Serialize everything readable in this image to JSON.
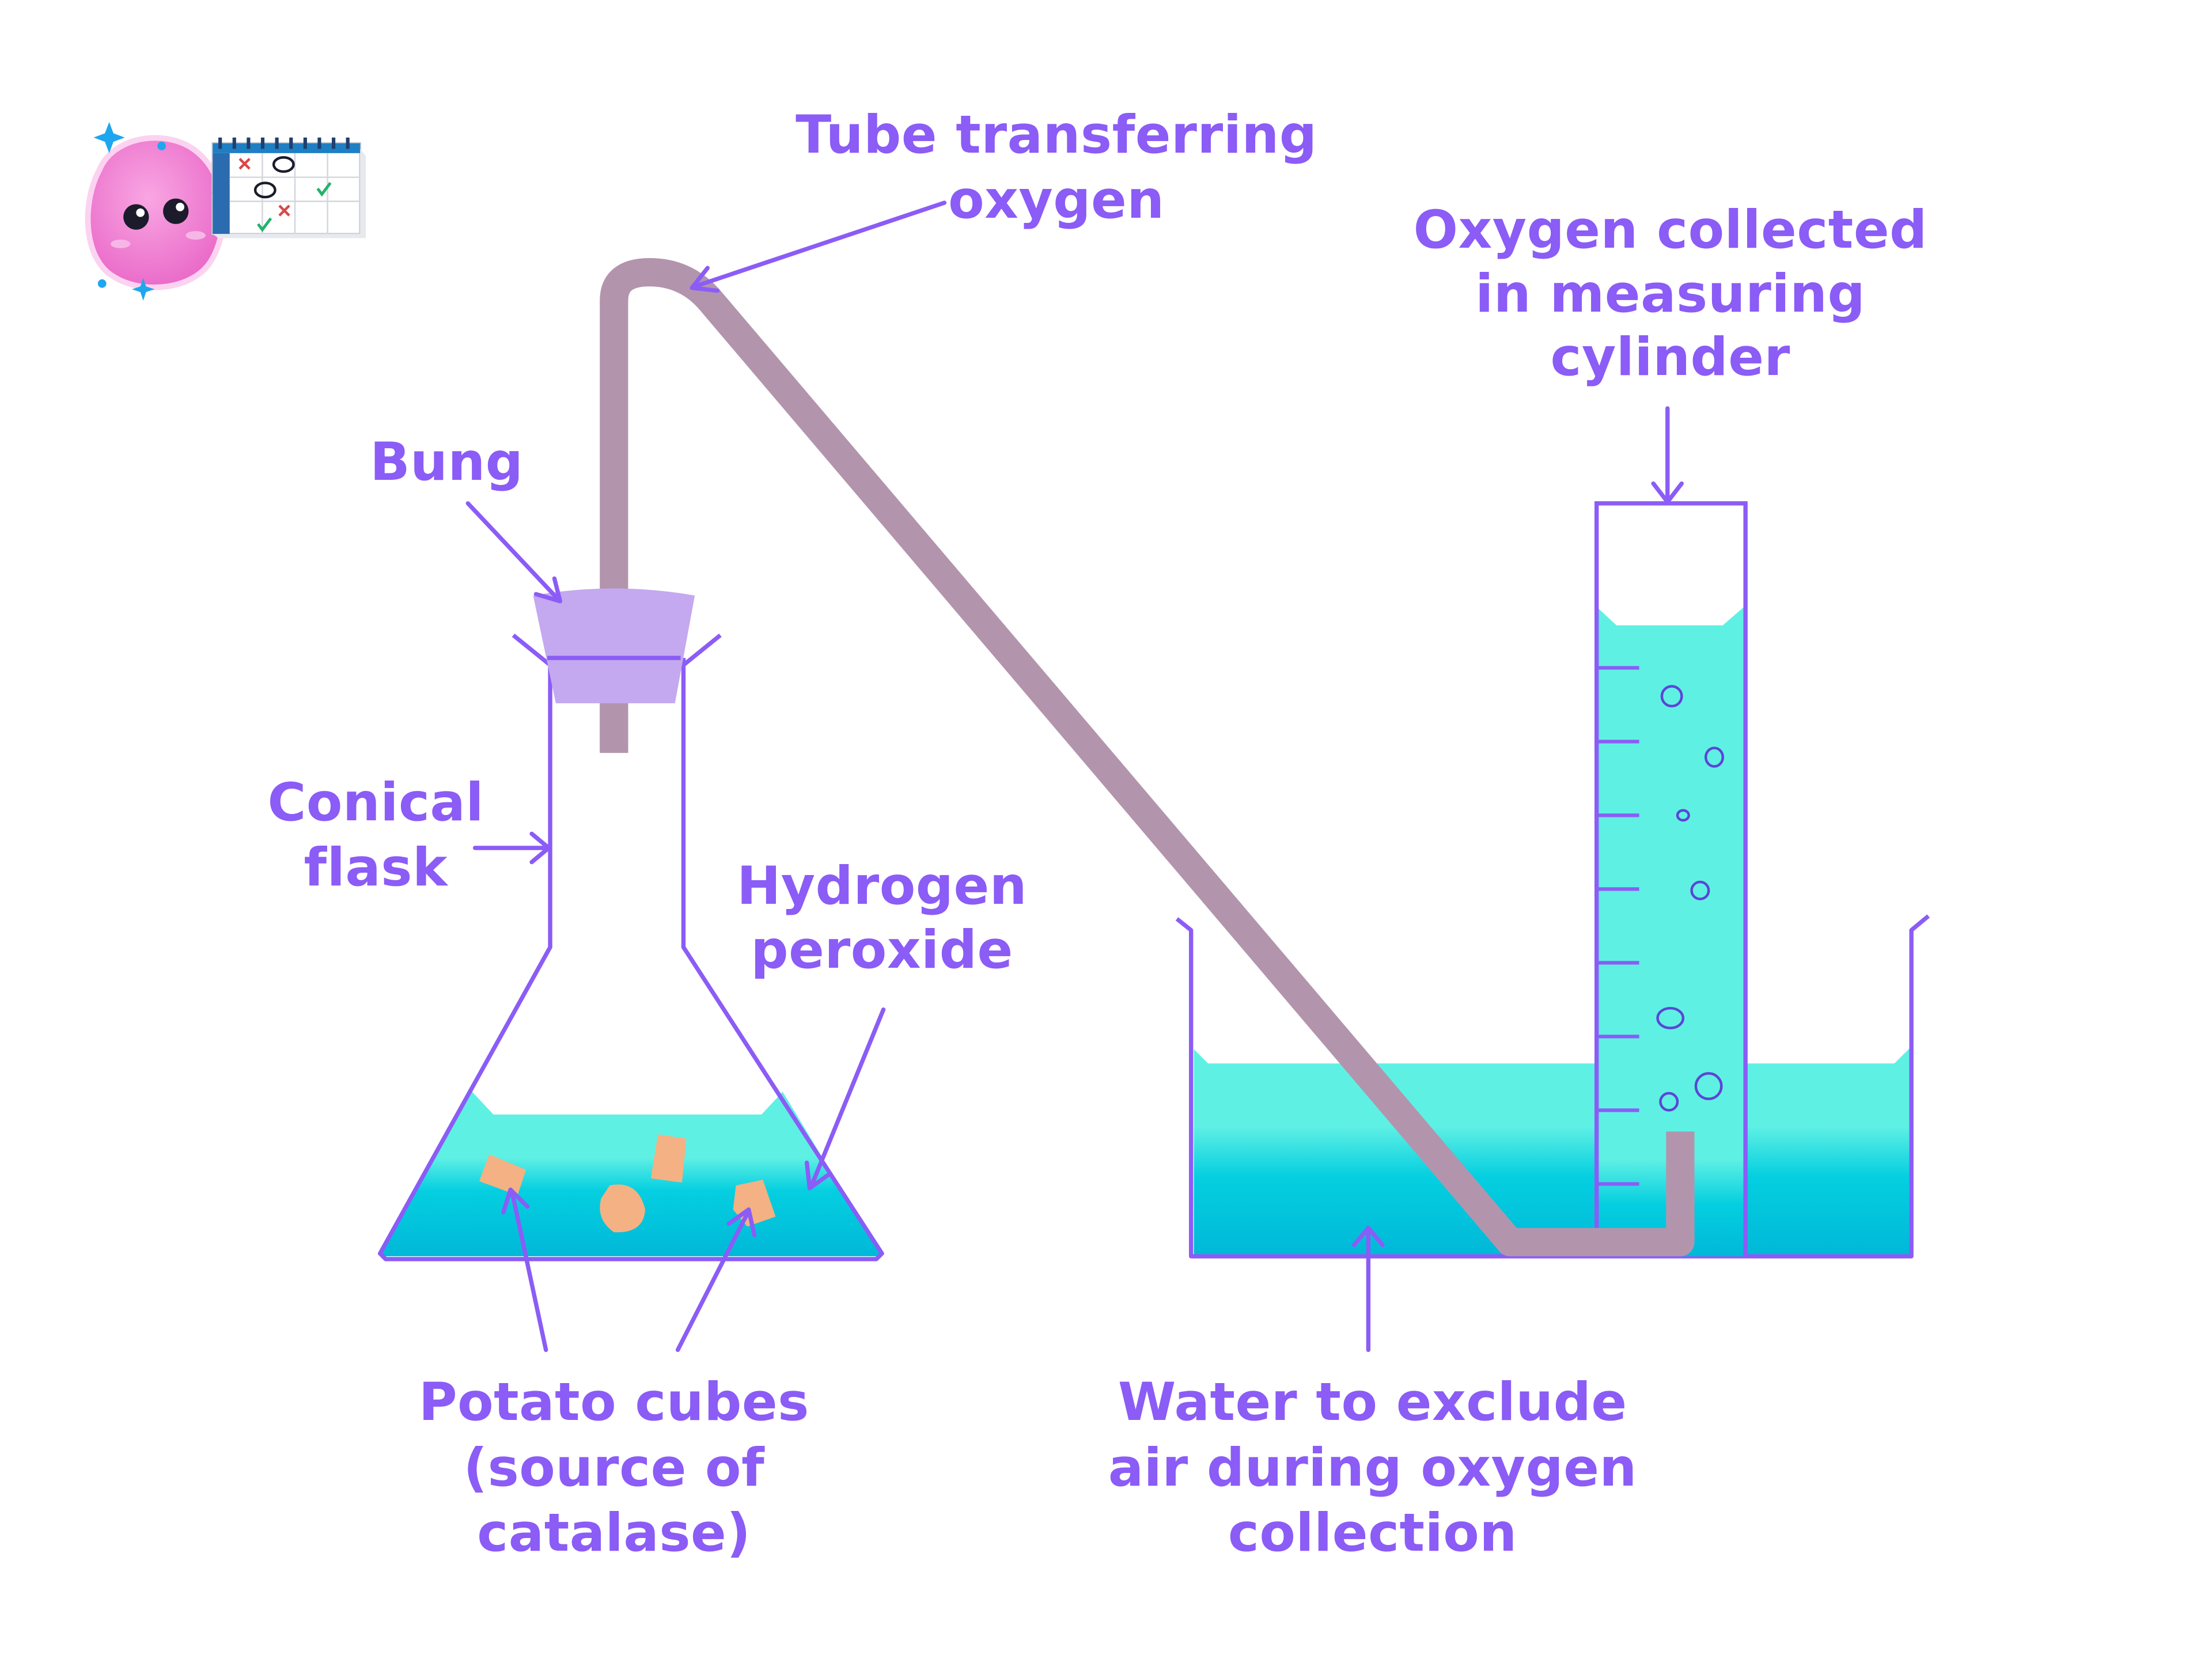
{
  "labels": {
    "tube": [
      "Tube transferring",
      "oxygen"
    ],
    "oxygen_collected": [
      "Oxygen collected",
      "in measuring",
      "cylinder"
    ],
    "bung": [
      "Bung"
    ],
    "conical_flask": [
      "Conical",
      "flask"
    ],
    "hydrogen_peroxide": [
      "Hydrogen",
      "peroxide"
    ],
    "potato_cubes": [
      "Potato cubes",
      "(source of",
      "catalase)"
    ],
    "water": [
      "Water to exclude",
      "air during oxygen",
      "collection"
    ]
  },
  "colors": {
    "label": "#8b5cf6",
    "outline": "#8b5cf6",
    "tube": "#b295ad",
    "bung": "#c4a8f0",
    "liquid_top": "#5ff0e4",
    "liquid_bottom": "#00b8d8",
    "potato": "#f4b183",
    "mascot": "#f48ad4"
  },
  "icons": {
    "mascot": "pink-blob-mascot-icon",
    "calendar": "calendar-icon"
  }
}
